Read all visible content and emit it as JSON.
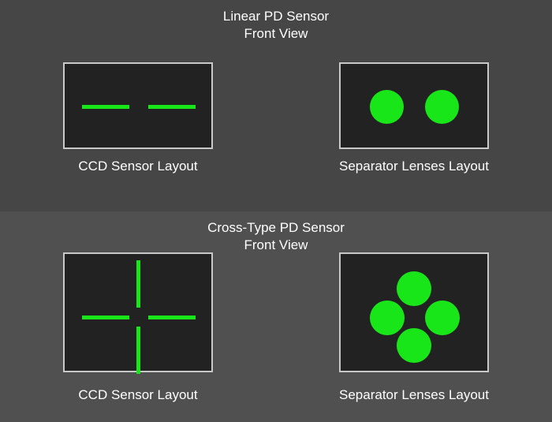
{
  "linear": {
    "title_line1": "Linear PD Sensor",
    "title_line2": "Front View",
    "ccd_caption": "CCD Sensor Layout",
    "lens_caption": "Separator Lenses Layout"
  },
  "cross": {
    "title_line1": "Cross-Type PD Sensor",
    "title_line2": "Front View",
    "ccd_caption": "CCD Sensor Layout",
    "lens_caption": "Separator Lenses Layout"
  },
  "colors": {
    "sensor_green": "#19e619",
    "panel_bg": "#222222",
    "panel_border": "#c9c9c9"
  }
}
